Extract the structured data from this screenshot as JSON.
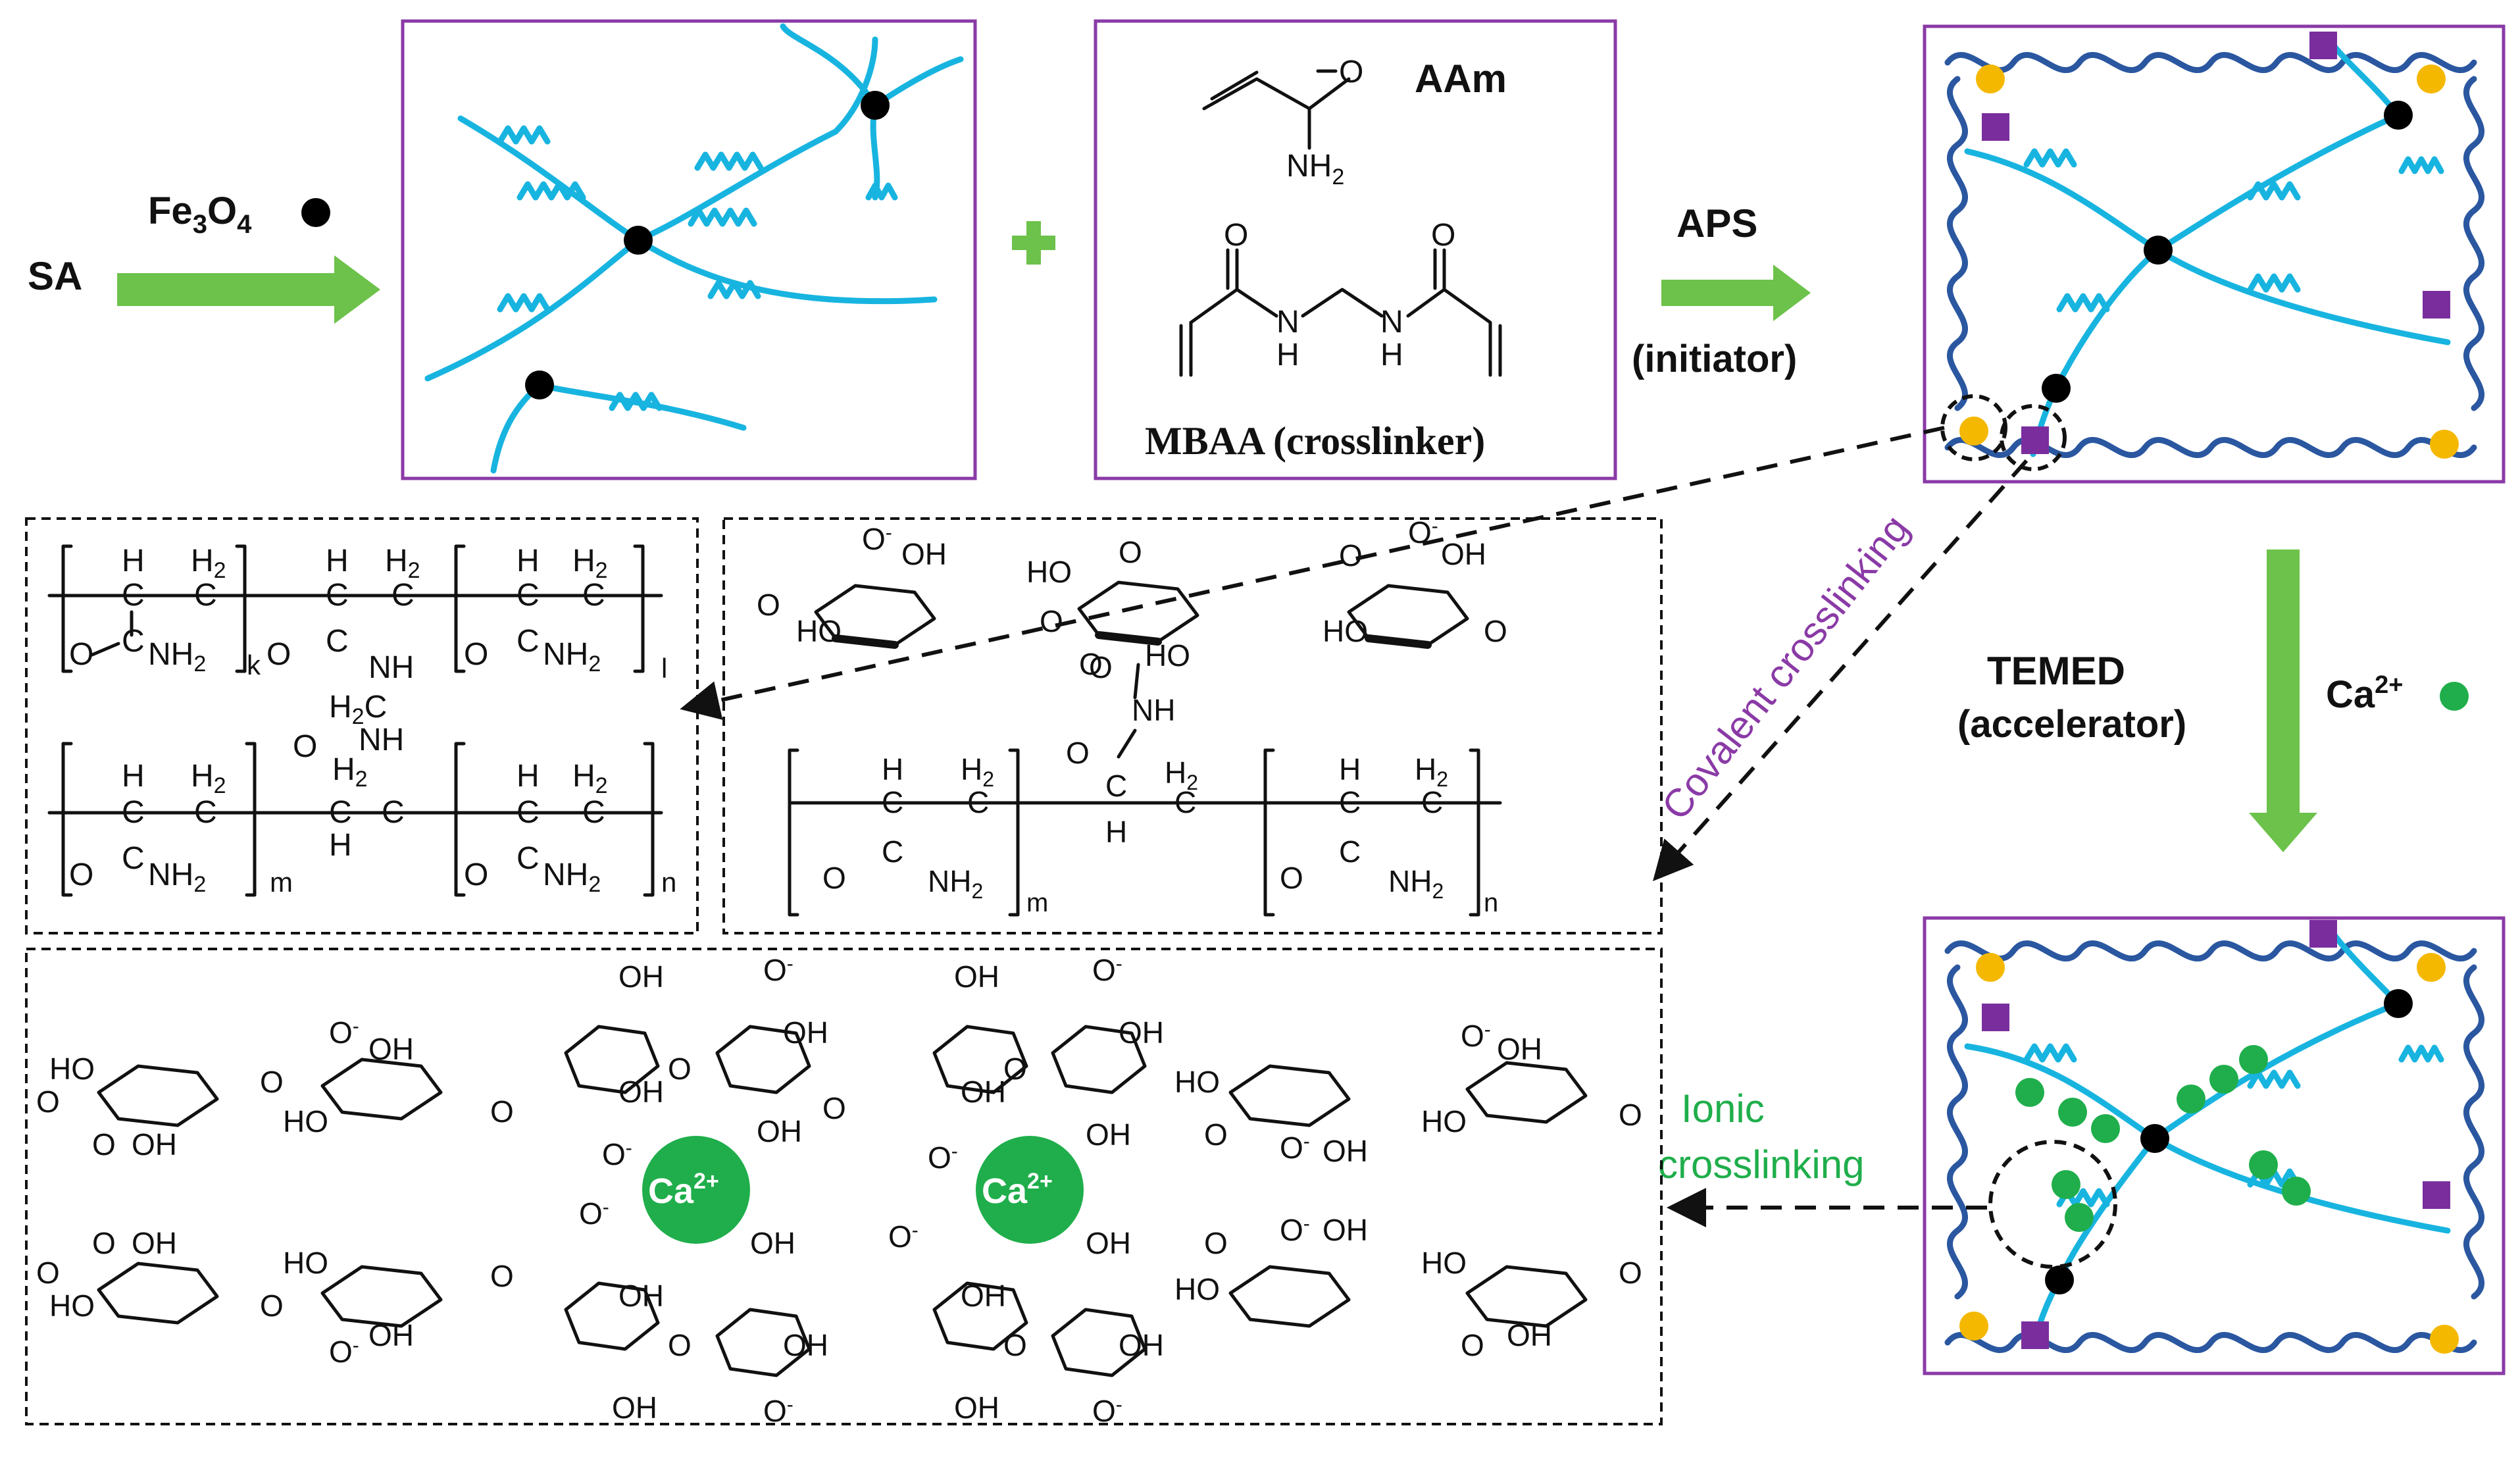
{
  "labels": {
    "sa": "SA",
    "fe3o4_base": "Fe",
    "fe3o4_sub1": "3",
    "fe3o4_o": "O",
    "fe3o4_sub2": "4",
    "aam": "AAm",
    "nh2": "NH",
    "nh2_sub": "2",
    "mbaa": "MBAA (crosslinker)",
    "aps": "APS",
    "initiator": "(initiator)",
    "temed": "TEMED",
    "accelerator": "(accelerator)",
    "ca_base": "Ca",
    "ca_sup": "2+",
    "covalent": "Covalent crosslinking",
    "ionic1": "Ionic",
    "ionic2": "crosslinking",
    "o": "O",
    "n_h": "H",
    "n": "N",
    "h2": "H",
    "c": "C",
    "oh": "OH",
    "ho": "HO",
    "ominus": "O",
    "minus": "-",
    "nh": "NH",
    "h2c": "H",
    "idx_k": "k",
    "idx_l": "l",
    "idx_m": "m",
    "idx_n": "n"
  },
  "colors": {
    "chain_light": "#18b4e0",
    "chain_dark": "#2a57a0",
    "arrow_green": "#6cc24a",
    "box_purple": "#8a3aa6",
    "ca_green": "#1fae4b",
    "yellow": "#f5b800",
    "purple_square": "#7a2e9e",
    "black_dot": "#000000",
    "covalent_text": "#8a3aa6",
    "ionic_text": "#1fae4b"
  }
}
